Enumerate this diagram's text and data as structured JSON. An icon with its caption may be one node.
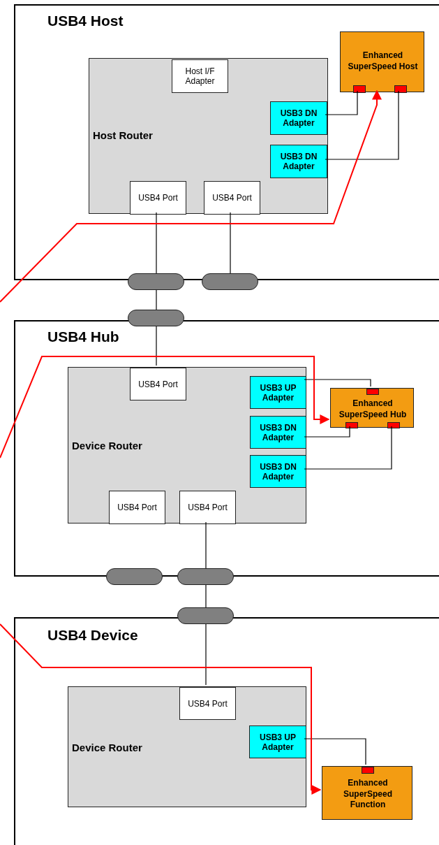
{
  "diagram": {
    "nodes": [
      {
        "text": [
          "USB4 Host"
        ]
      },
      {
        "text": [
          "Host Router"
        ],
        "in": 0
      },
      {
        "text": [
          "Host I/F Adapter"
        ],
        "in": 1
      },
      {
        "text": [
          "USB3 DN Adapter"
        ],
        "in": 1
      },
      {
        "text": [
          "USB3 DN Adapter"
        ],
        "in": 1
      },
      {
        "text": [
          "USB4 Port"
        ],
        "in": 1
      },
      {
        "text": [
          "USB4 Port"
        ],
        "in": 1
      },
      {
        "text": [
          "Enhanced SuperSpeed Host"
        ],
        "in": 0
      },
      {
        "text": [],
        "shape": "box",
        "in": 7
      },
      {
        "text": [],
        "shape": "box",
        "in": 7
      },
      {
        "text": [],
        "shape": "capsule"
      },
      {
        "text": [],
        "shape": "capsule"
      },
      {
        "text": [],
        "shape": "capsule"
      },
      {
        "text": [
          "USB4 Hub"
        ]
      },
      {
        "text": [
          "Device Router"
        ],
        "in": 13
      },
      {
        "text": [
          "USB4 Port"
        ],
        "in": 14
      },
      {
        "text": [
          "USB3 UP Adapter"
        ],
        "in": 14
      },
      {
        "text": [
          "USB3 DN Adapter"
        ],
        "in": 14
      },
      {
        "text": [
          "USB3 DN Adapter"
        ],
        "in": 14
      },
      {
        "text": [
          "USB4 Port"
        ],
        "in": 14
      },
      {
        "text": [
          "USB4 Port"
        ],
        "in": 14
      },
      {
        "text": [
          "Enhanced SuperSpeed Hub"
        ],
        "in": 13
      },
      {
        "text": [],
        "shape": "box",
        "in": 21
      },
      {
        "text": [],
        "shape": "box",
        "in": 21
      },
      {
        "text": [],
        "shape": "box",
        "in": 21
      },
      {
        "text": [],
        "shape": "capsule"
      },
      {
        "text": [],
        "shape": "capsule"
      },
      {
        "text": [],
        "shape": "capsule"
      },
      {
        "text": [
          "USB4 Device"
        ]
      },
      {
        "text": [
          "Device Router"
        ],
        "in": 28
      },
      {
        "text": [
          "USB4 Port"
        ],
        "in": 29
      },
      {
        "text": [
          "USB3 UP Adapter"
        ],
        "in": 29
      },
      {
        "text": [
          "Enhanced SuperSpeed Function"
        ],
        "in": 28
      },
      {
        "text": [],
        "shape": "box",
        "in": 32
      }
    ],
    "edges": [
      {
        "from": 3,
        "to": 8,
        "arrow": "none"
      },
      {
        "from": 4,
        "to": 9,
        "arrow": "none"
      },
      {
        "from": 5,
        "to": 10,
        "arrow": "none"
      },
      {
        "from": 10,
        "to": 12,
        "arrow": "none"
      },
      {
        "from": 12,
        "to": 15,
        "arrow": "none"
      },
      {
        "from": 6,
        "to": 11,
        "arrow": "none"
      },
      {
        "from": 16,
        "to": 22,
        "arrow": "none"
      },
      {
        "from": 17,
        "to": 23,
        "arrow": "none"
      },
      {
        "from": 18,
        "to": 24,
        "arrow": "none"
      },
      {
        "from": 20,
        "to": 26,
        "arrow": "none"
      },
      {
        "from": 26,
        "to": 27,
        "arrow": "none"
      },
      {
        "from": 27,
        "to": 30,
        "arrow": "none"
      },
      {
        "from": 31,
        "to": 33,
        "arrow": "none"
      },
      {
        "from": null,
        "to": 7,
        "arrow": "to",
        "color": "#ff0000"
      },
      {
        "from": null,
        "to": 21,
        "arrow": "to",
        "color": "#ff0000"
      },
      {
        "from": null,
        "to": 32,
        "arrow": "to",
        "color": "#ff0000"
      }
    ]
  }
}
